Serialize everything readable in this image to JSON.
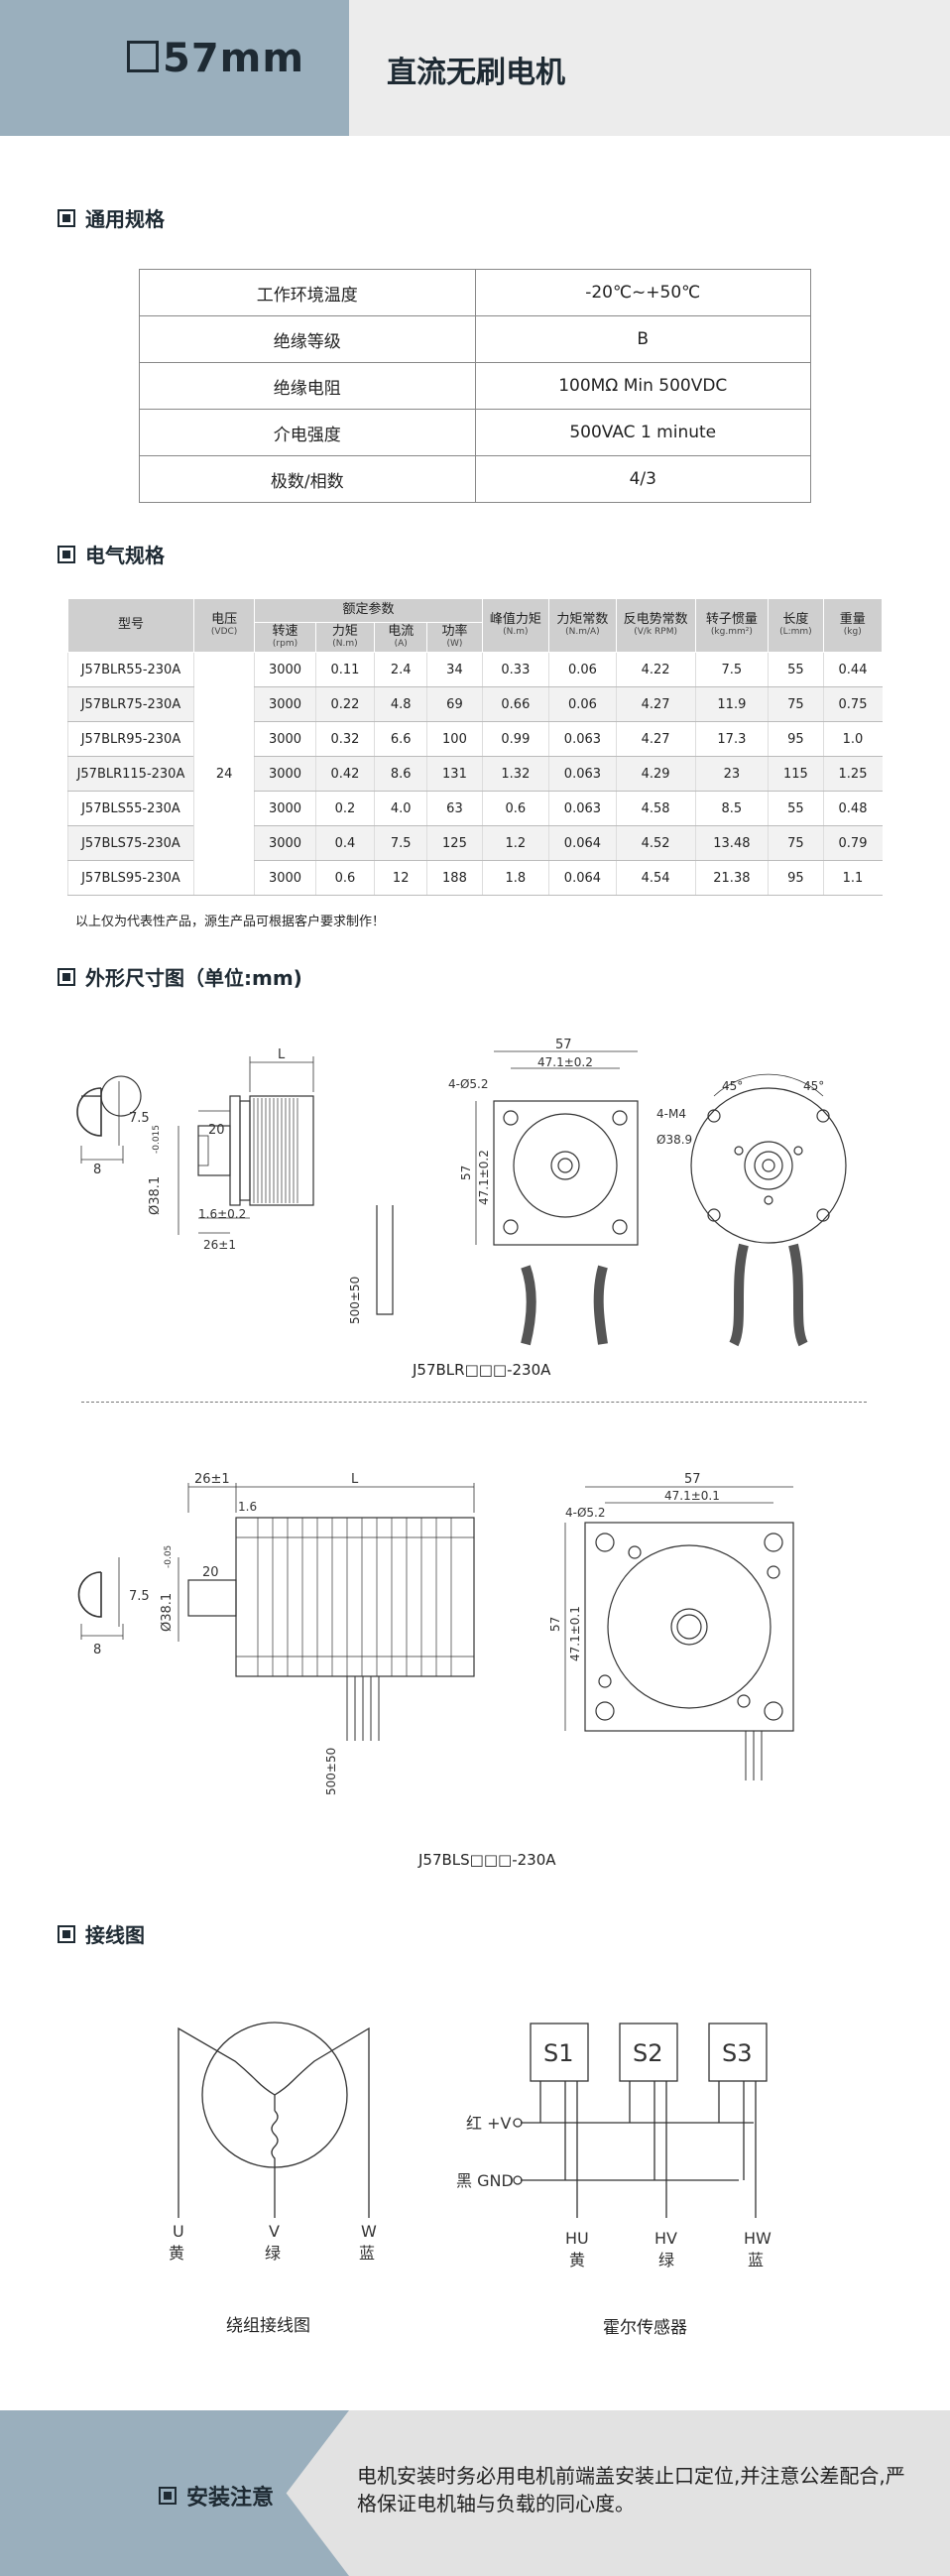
{
  "header": {
    "size_label": "57mm",
    "title": "直流无刷电机"
  },
  "sections": {
    "general": "通用规格",
    "electrical": "电气规格",
    "dimensions": "外形尺寸图（单位:mm)",
    "wiring": "接线图"
  },
  "general_specs": [
    {
      "label": "工作环境温度",
      "value": "-20℃~+50℃"
    },
    {
      "label": "绝缘等级",
      "value": "B"
    },
    {
      "label": "绝缘电阻",
      "value": "100MΩ Min 500VDC"
    },
    {
      "label": "介电强度",
      "value": "500VAC 1 minute"
    },
    {
      "label": "极数/相数",
      "value": "4/3"
    }
  ],
  "electrical": {
    "headers": {
      "model": "型号",
      "voltage": "电压",
      "voltage_unit": "(VDC)",
      "rated": "额定参数",
      "speed": "转速",
      "speed_unit": "(rpm)",
      "torque": "力矩",
      "torque_unit": "(N.m)",
      "current": "电流",
      "current_unit": "(A)",
      "power": "功率",
      "power_unit": "(W)",
      "peak": "峰值力矩",
      "peak_unit": "(N.m)",
      "kt": "力矩常数",
      "kt_unit": "(N.m/A)",
      "ke": "反电势常数",
      "ke_unit": "(V/k RPM)",
      "inertia": "转子惯量",
      "inertia_unit": "(kg.mm²)",
      "length": "长度",
      "length_unit": "(L:mm)",
      "weight": "重量",
      "weight_unit": "(kg)"
    },
    "voltage": "24",
    "rows": [
      [
        "J57BLR55-230A",
        "3000",
        "0.11",
        "2.4",
        "34",
        "0.33",
        "0.06",
        "4.22",
        "7.5",
        "55",
        "0.44"
      ],
      [
        "J57BLR75-230A",
        "3000",
        "0.22",
        "4.8",
        "69",
        "0.66",
        "0.06",
        "4.27",
        "11.9",
        "75",
        "0.75"
      ],
      [
        "J57BLR95-230A",
        "3000",
        "0.32",
        "6.6",
        "100",
        "0.99",
        "0.063",
        "4.27",
        "17.3",
        "95",
        "1.0"
      ],
      [
        "J57BLR115-230A",
        "3000",
        "0.42",
        "8.6",
        "131",
        "1.32",
        "0.063",
        "4.29",
        "23",
        "115",
        "1.25"
      ],
      [
        "J57BLS55-230A",
        "3000",
        "0.2",
        "4.0",
        "63",
        "0.6",
        "0.063",
        "4.58",
        "8.5",
        "55",
        "0.48"
      ],
      [
        "J57BLS75-230A",
        "3000",
        "0.4",
        "7.5",
        "125",
        "1.2",
        "0.064",
        "4.52",
        "13.48",
        "75",
        "0.79"
      ],
      [
        "J57BLS95-230A",
        "3000",
        "0.6",
        "12",
        "188",
        "1.8",
        "0.064",
        "4.54",
        "21.38",
        "95",
        "1.1"
      ]
    ],
    "note": "以上仅为代表性产品，源生产品可根据客户要求制作！"
  },
  "drawing1": {
    "caption": "J57BLR□□□-230A",
    "dims": {
      "L": "L",
      "d20": "20",
      "d75": "7.5",
      "d8": "8",
      "shaft": "Ø38.1",
      "shaft_tol": "-0.015",
      "d16": "1.6±0.2",
      "d26": "26±1",
      "d57": "57",
      "d471h": "47.1±0.2",
      "d471v": "47.1±0.2",
      "holes": "4-Ø5.2",
      "lead": "500±50",
      "m4": "4-M4",
      "pcd": "Ø38.9",
      "a45a": "45°",
      "a45b": "45°"
    }
  },
  "drawing2": {
    "caption": "J57BLS□□□-230A",
    "dims": {
      "d26": "26±1",
      "L": "L",
      "d16": "1.6",
      "d20": "20",
      "d75": "7.5",
      "d8": "8",
      "shaft": "Ø38.1",
      "shaft_tol": "-0.05",
      "lead": "500±50",
      "d57": "57",
      "holes": "4-Ø5.2",
      "d471h": "47.1±0.1",
      "d57v": "57",
      "d471v": "47.1±0.1"
    }
  },
  "wiring": {
    "winding_caption": "绕组接线图",
    "hall_caption": "霍尔传感器",
    "phases": [
      {
        "code": "U",
        "color": "黄"
      },
      {
        "code": "V",
        "color": "绿"
      },
      {
        "code": "W",
        "color": "蓝"
      }
    ],
    "sensors": [
      "S1",
      "S2",
      "S3"
    ],
    "power_pos": "红 +V",
    "power_gnd": "黑 GND",
    "hall_out": [
      {
        "code": "HU",
        "color": "黄"
      },
      {
        "code": "HV",
        "color": "绿"
      },
      {
        "code": "HW",
        "color": "蓝"
      }
    ]
  },
  "footer": {
    "title": "安装注意",
    "text": "电机安装时务必用电机前端盖安装止口定位,并注意公差配合,严格保证电机轴与负载的同心度。"
  }
}
